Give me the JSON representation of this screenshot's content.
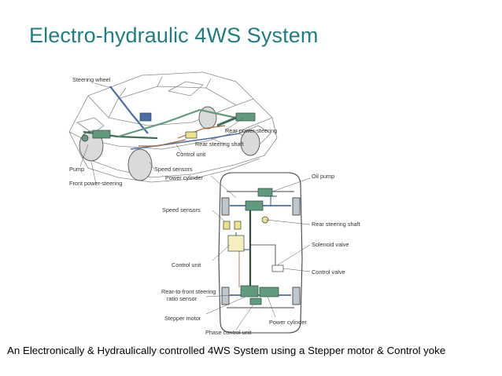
{
  "slide": {
    "title": "Electro-hydraulic 4WS System",
    "caption": "An Electronically & Hydraulically controlled 4WS System using a Stepper motor & Control yoke"
  },
  "diagram": {
    "car_labels": {
      "steering_wheel": "Steering wheel",
      "rear_power_steering": "Rear power-steering",
      "rear_steering_shaft": "Rear steering shaft",
      "control_unit": "Control unit",
      "speed_sensors": "Speed sensors",
      "power_cylinder": "Power cylinder",
      "pump": "Pump",
      "front_power_steering": "Front power-steering"
    },
    "chassis_labels": {
      "oil_pump": "Oil pump",
      "speed_sensors": "Speed sensors",
      "rear_steering_shaft": "Rear steering shaft",
      "solenoid_valve": "Solenoid valve",
      "control_unit": "Control unit",
      "control_valve": "Control valve",
      "rear_to_front_line1": "Rear-to-front steering",
      "rear_to_front_line2": "ratio sensor",
      "stepper_motor": "Stepper motor",
      "power_cylinder": "Power cylinder",
      "phase_control_unit": "Phase control unit"
    },
    "colors": {
      "component_green": "#5f9b7c",
      "component_yellow": "#f0e08a",
      "pipe_blue": "#4a6fa8",
      "wire_brown": "#b0683a"
    }
  }
}
